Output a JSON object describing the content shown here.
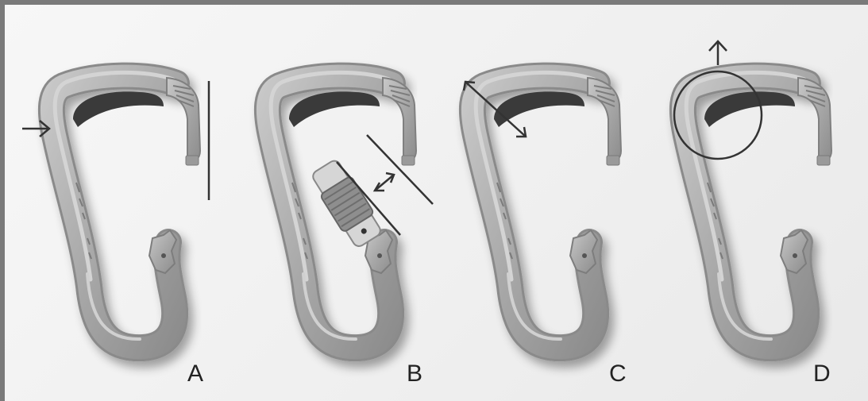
{
  "panels": [
    {
      "id": "A",
      "label": "A"
    },
    {
      "id": "B",
      "label": "B"
    },
    {
      "id": "C",
      "label": "C"
    },
    {
      "id": "D",
      "label": "D"
    }
  ],
  "colors": {
    "frame": "#7a7a7a",
    "carabiner_body": "#a6a6a6",
    "carabiner_highlight": "#c9c9c9",
    "carabiner_shadow": "#7d7d7d",
    "inner_groove": "#3a3a3a",
    "annotation": "#333333"
  }
}
